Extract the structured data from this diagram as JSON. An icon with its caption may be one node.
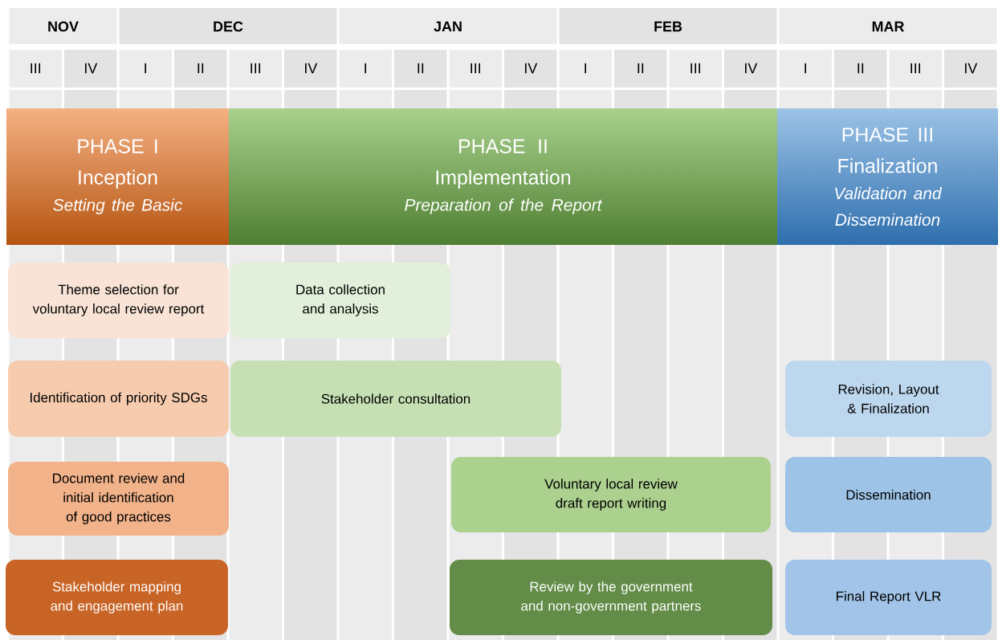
{
  "diagram": {
    "nodes": [
      {
        "text": [
          "PHASE I",
          "Inception",
          "Setting the Basic"
        ]
      },
      {
        "text": [
          "PHASE II",
          "Implementation",
          "Preparation of the Report"
        ]
      },
      {
        "text": [
          "PHASE III",
          "Finalization",
          "Validation and Dissemination"
        ]
      },
      {
        "text": [
          "Theme selection for voluntary local review report"
        ]
      },
      {
        "text": [
          "Data collection and analysis"
        ]
      },
      {
        "text": [
          "Identification of priority SDGs"
        ]
      },
      {
        "text": [
          "Stakeholder consultation"
        ]
      },
      {
        "text": [
          "Revision, Layout & Finalization"
        ]
      },
      {
        "text": [
          "Document review and initial identification of good practices"
        ]
      },
      {
        "text": [
          "Voluntary local review draft report writing"
        ]
      },
      {
        "text": [
          "Dissemination"
        ]
      },
      {
        "text": [
          "Stakeholder mapping and engagement plan"
        ]
      },
      {
        "text": [
          "Review by the government and non-government partners"
        ]
      },
      {
        "text": [
          "Final Report VLR"
        ]
      }
    ],
    "labels": [
      "NOV",
      "DEC",
      "JAN",
      "FEB",
      "MAR",
      "III",
      "IV",
      "I",
      "II",
      "III",
      "IV",
      "I",
      "II",
      "III",
      "IV",
      "I",
      "II",
      "III",
      "IV",
      "I",
      "II",
      "III",
      "IV"
    ]
  }
}
